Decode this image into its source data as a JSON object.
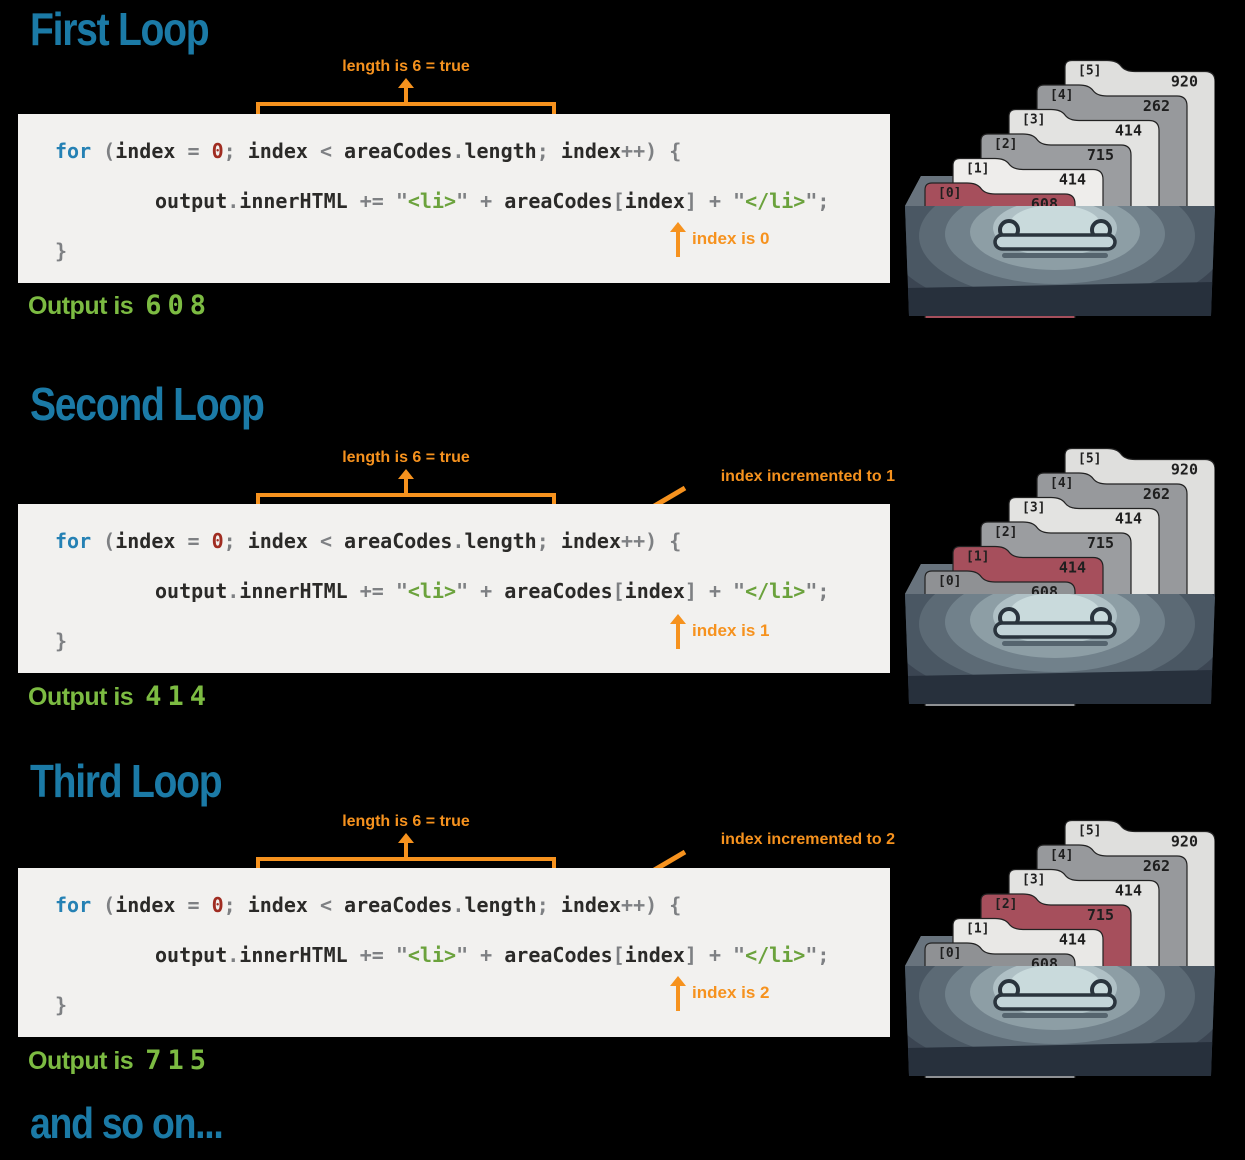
{
  "colors": {
    "background": "#000000",
    "heading_blue": "#1b7aa6",
    "annotation_orange": "#f6921e",
    "output_green": "#7cbb42",
    "code_box_bg": "#f2f1ef",
    "code_keyword_blue": "#2581b4",
    "code_number_red": "#a02c21",
    "code_string_green": "#6ba23c",
    "code_punct_gray": "#7e8083",
    "code_text": "#2b2a28",
    "folder_highlight_red": "#a64f5c",
    "drawer_dark": "#3b4552"
  },
  "code": {
    "line1": [
      {
        "t": "for",
        "c": "kw"
      },
      {
        "t": " (",
        "c": "p"
      },
      {
        "t": "index",
        "c": "id"
      },
      {
        "t": " = ",
        "c": "p"
      },
      {
        "t": "0",
        "c": "num"
      },
      {
        "t": "; ",
        "c": "p"
      },
      {
        "t": "index",
        "c": "id"
      },
      {
        "t": " < ",
        "c": "p"
      },
      {
        "t": "areaCodes",
        "c": "id"
      },
      {
        "t": ".",
        "c": "p"
      },
      {
        "t": "length",
        "c": "id"
      },
      {
        "t": "; ",
        "c": "p"
      },
      {
        "t": "index",
        "c": "id"
      },
      {
        "t": "++) {",
        "c": "p"
      }
    ],
    "line2": [
      {
        "t": "output",
        "c": "id"
      },
      {
        "t": ".",
        "c": "p"
      },
      {
        "t": "innerHTML",
        "c": "id"
      },
      {
        "t": " += ",
        "c": "p"
      },
      {
        "t": "\"",
        "c": "p"
      },
      {
        "t": "<li>",
        "c": "str"
      },
      {
        "t": "\" + ",
        "c": "p"
      },
      {
        "t": "areaCodes",
        "c": "id"
      },
      {
        "t": "[",
        "c": "p"
      },
      {
        "t": "index",
        "c": "id"
      },
      {
        "t": "] + ",
        "c": "p"
      },
      {
        "t": "\"",
        "c": "p"
      },
      {
        "t": "</li>",
        "c": "str"
      },
      {
        "t": "\";",
        "c": "p"
      }
    ],
    "line3": [
      {
        "t": "}",
        "c": "p"
      }
    ]
  },
  "sections": [
    {
      "title": "First Loop",
      "length_annotation": "length is 6 = true",
      "index_annotation": "index is 0",
      "output_label": "Output is",
      "output_value": "608",
      "folders": [
        {
          "label": "[0]",
          "value": "608",
          "color": "#a64f5c"
        },
        {
          "label": "[1]",
          "value": "414",
          "color": "#eeedeb"
        },
        {
          "label": "[2]",
          "value": "715",
          "color": "#9b9da0"
        },
        {
          "label": "[3]",
          "value": "414",
          "color": "#e3e3e1"
        },
        {
          "label": "[4]",
          "value": "262",
          "color": "#97999c"
        },
        {
          "label": "[5]",
          "value": "920",
          "color": "#dfdfdd"
        }
      ]
    },
    {
      "title": "Second Loop",
      "length_annotation": "length is 6 = true",
      "increment_annotation": "index incremented to 1",
      "index_annotation": "index is 1",
      "output_label": "Output is",
      "output_value": "414",
      "folders": [
        {
          "label": "[0]",
          "value": "608",
          "color": "#8f9194"
        },
        {
          "label": "[1]",
          "value": "414",
          "color": "#a64f5c"
        },
        {
          "label": "[2]",
          "value": "715",
          "color": "#9b9da0"
        },
        {
          "label": "[3]",
          "value": "414",
          "color": "#e3e3e1"
        },
        {
          "label": "[4]",
          "value": "262",
          "color": "#97999c"
        },
        {
          "label": "[5]",
          "value": "920",
          "color": "#dfdfdd"
        }
      ]
    },
    {
      "title": "Third Loop",
      "length_annotation": "length is 6 = true",
      "increment_annotation": "index incremented to 2",
      "index_annotation": "index is 2",
      "output_label": "Output is",
      "output_value": "715",
      "folders": [
        {
          "label": "[0]",
          "value": "608",
          "color": "#8f9194"
        },
        {
          "label": "[1]",
          "value": "414",
          "color": "#e9e8e6"
        },
        {
          "label": "[2]",
          "value": "715",
          "color": "#a64f5c"
        },
        {
          "label": "[3]",
          "value": "414",
          "color": "#e3e3e1"
        },
        {
          "label": "[4]",
          "value": "262",
          "color": "#97999c"
        },
        {
          "label": "[5]",
          "value": "920",
          "color": "#dfdfdd"
        }
      ]
    }
  ],
  "footer": {
    "text": "and so on..."
  }
}
